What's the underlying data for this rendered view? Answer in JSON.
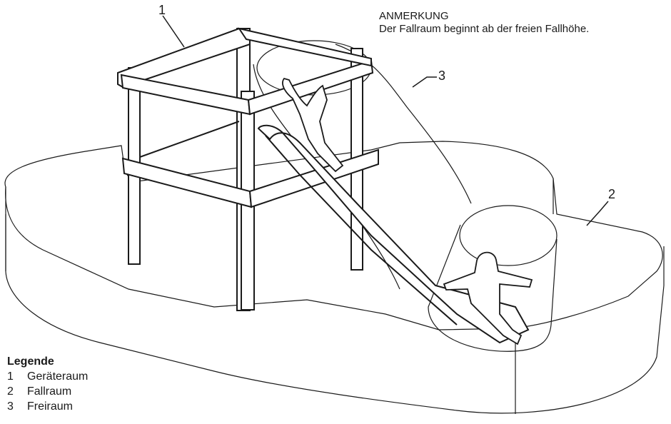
{
  "note": {
    "title": "ANMERKUNG",
    "text": "Der Fallraum beginnt ab der freien Fallhöhe."
  },
  "callouts": [
    "1",
    "2",
    "3"
  ],
  "legend": {
    "title": "Legende",
    "items": [
      {
        "number": "1",
        "label": "Geräteraum"
      },
      {
        "number": "2",
        "label": "Fallraum"
      },
      {
        "number": "3",
        "label": "Freiraum"
      }
    ]
  },
  "colors": {
    "line": "#1a1a1a",
    "dashed": "#555555",
    "background": "#ffffff"
  }
}
